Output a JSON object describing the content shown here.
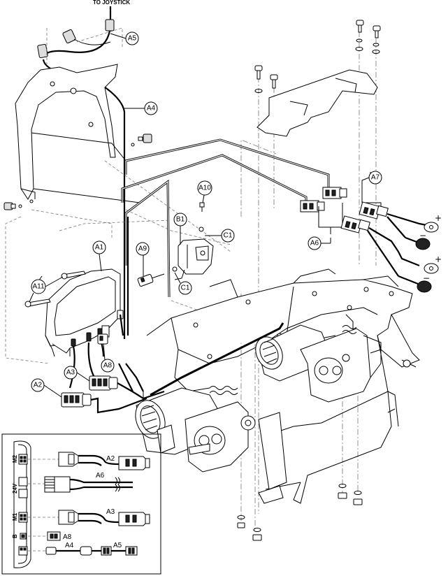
{
  "header_label": "TO JOYSTICK",
  "callouts": {
    "A1": "A1",
    "A2": "A2",
    "A3": "A3",
    "A4": "A4",
    "A5": "A5",
    "A6": "A6",
    "A7": "A7",
    "A8": "A8",
    "A9": "A9",
    "A10": "A10",
    "A11": "A11",
    "B1": "B1",
    "C1_top": "C1",
    "C1_bottom": "C1",
    "A2_left": "A2"
  },
  "polarity": {
    "plus_top": "+",
    "minus_top": "−",
    "plus_bottom": "+",
    "minus_bottom": "−"
  },
  "inset": {
    "port_labels": {
      "m2": "M2",
      "v24": "24V",
      "m1": "M1",
      "b": "B"
    },
    "line_labels": {
      "a2": "A2",
      "a6": "A6",
      "a3": "A3",
      "a8": "A8",
      "a4": "A4",
      "a5": "A5"
    }
  },
  "colors": {
    "line": "#000000",
    "hidden_line": "#777777",
    "background": "#ffffff"
  }
}
